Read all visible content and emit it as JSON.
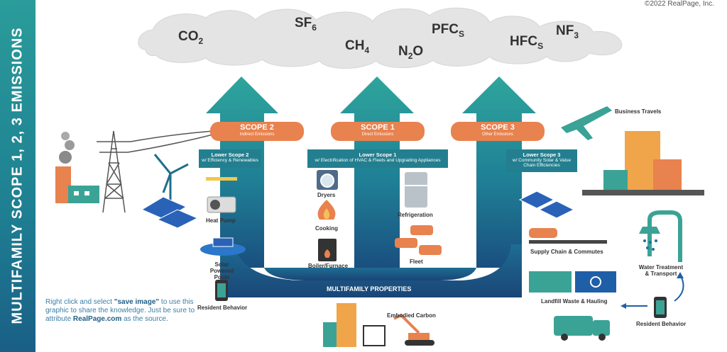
{
  "sidebar": {
    "title": "MULTIFAMILY SCOPE 1, 2, 3 EMISSIONS"
  },
  "copyright": "©2022 RealPage, Inc.",
  "gases": [
    {
      "main": "CO",
      "sub": "2"
    },
    {
      "main": "SF",
      "sub": "6"
    },
    {
      "main": "CH",
      "sub": "4"
    },
    {
      "main": "N",
      "sub": "2",
      "tail": "O"
    },
    {
      "main": "PFC",
      "sub": "S"
    },
    {
      "main": "HFC",
      "sub": "S"
    },
    {
      "main": "NF",
      "sub": "3"
    }
  ],
  "scopes": [
    {
      "title": "SCOPE 2",
      "subtitle": "Indirect Emissions",
      "lower_title": "Lower Scope 2",
      "lower_desc": "w/ Efficiency & Renewables"
    },
    {
      "title": "SCOPE 1",
      "subtitle": "Direct Emissions",
      "lower_title": "Lower Scope 1",
      "lower_desc": "w/ Electrification of HVAC & Fleets and Upgrading Appliances"
    },
    {
      "title": "SCOPE 3",
      "subtitle": "Other Emissions",
      "lower_title": "Lower Scope 3",
      "lower_desc": "w/ Community Solar & Value Chain Efficiencies"
    }
  ],
  "scope2_items": [
    "Heat Pump",
    "Solar Powered Pools",
    "Resident Behavior"
  ],
  "scope1_items": [
    "Dryers",
    "Cooking",
    "Boiler/Furnace",
    "Refrigeration",
    "Fleet"
  ],
  "scope3_items": [
    "Business Travels",
    "Supply Chain & Commutes",
    "Water Treatment & Transport",
    "Landfill Waste & Hauling",
    "Resident Behavior"
  ],
  "base_label": "MULTIFAMILY PROPERTIES",
  "embodied_label": "Embodied Carbon",
  "note": {
    "line1": "Right click and select ",
    "bold1": "\"save image\"",
    "line2": " to use this graphic to share the knowledge. Just be sure to attribute ",
    "bold2": "RealPage.com",
    "line3": " as the source."
  },
  "colors": {
    "teal": "#2a9c9a",
    "navy": "#1a4f80",
    "orange": "#e8824e",
    "cloud": "#e4e4e4"
  }
}
